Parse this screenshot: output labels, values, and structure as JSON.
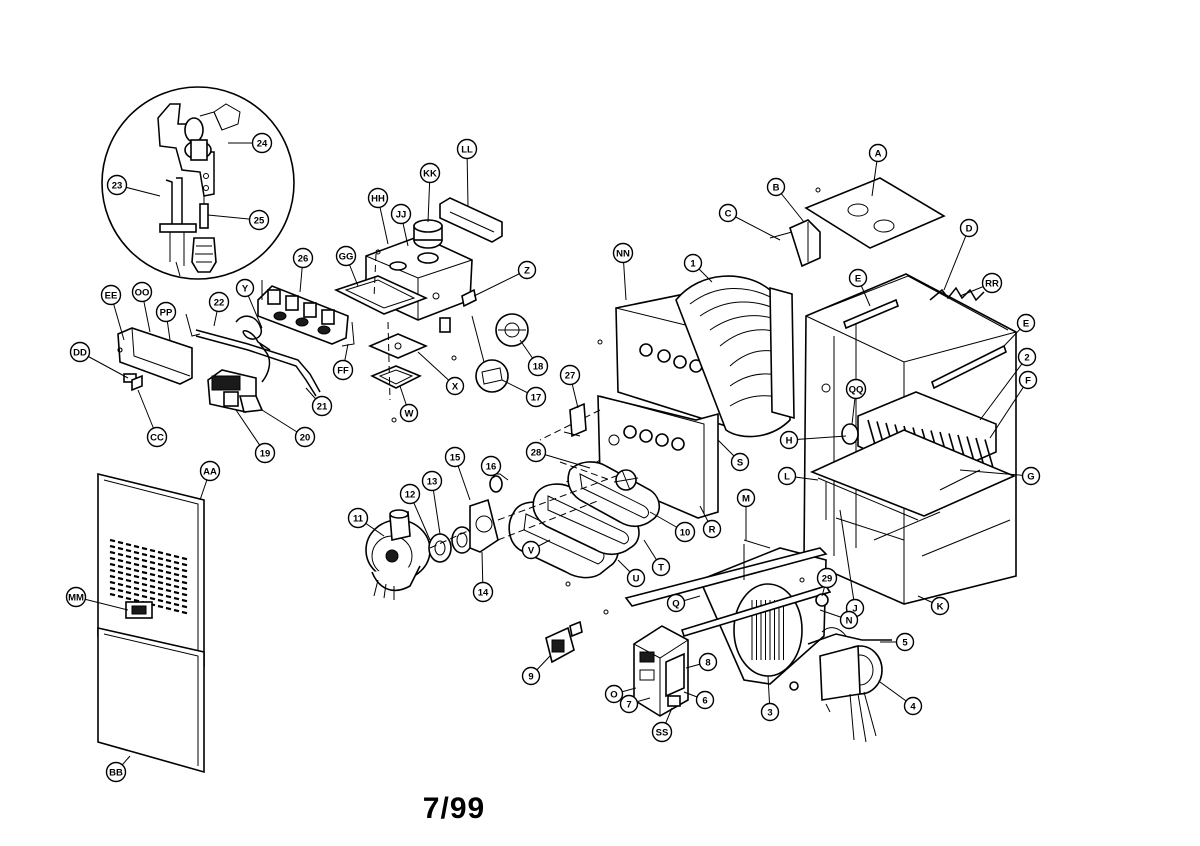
{
  "page_number": "7/99",
  "callouts": [
    {
      "id": "24",
      "label": "24"
    },
    {
      "id": "23",
      "label": "23"
    },
    {
      "id": "25",
      "label": "25"
    },
    {
      "id": "26",
      "label": "26"
    },
    {
      "id": "Y",
      "label": "Y"
    },
    {
      "id": "22",
      "label": "22"
    },
    {
      "id": "EE",
      "label": "EE"
    },
    {
      "id": "OO",
      "label": "OO"
    },
    {
      "id": "PP",
      "label": "PP"
    },
    {
      "id": "DD",
      "label": "DD"
    },
    {
      "id": "CC",
      "label": "CC"
    },
    {
      "id": "19",
      "label": "19"
    },
    {
      "id": "20",
      "label": "20"
    },
    {
      "id": "21",
      "label": "21"
    },
    {
      "id": "FF",
      "label": "FF"
    },
    {
      "id": "GG",
      "label": "GG"
    },
    {
      "id": "HH",
      "label": "HH"
    },
    {
      "id": "JJ",
      "label": "JJ"
    },
    {
      "id": "KK",
      "label": "KK"
    },
    {
      "id": "LL",
      "label": "LL"
    },
    {
      "id": "Z",
      "label": "Z"
    },
    {
      "id": "X",
      "label": "X"
    },
    {
      "id": "W",
      "label": "W"
    },
    {
      "id": "18",
      "label": "18"
    },
    {
      "id": "17",
      "label": "17"
    },
    {
      "id": "NN",
      "label": "NN"
    },
    {
      "id": "1",
      "label": "1"
    },
    {
      "id": "27",
      "label": "27"
    },
    {
      "id": "S",
      "label": "S"
    },
    {
      "id": "R",
      "label": "R"
    },
    {
      "id": "28",
      "label": "28"
    },
    {
      "id": "10",
      "label": "10"
    },
    {
      "id": "T",
      "label": "T"
    },
    {
      "id": "U",
      "label": "U"
    },
    {
      "id": "V",
      "label": "V"
    },
    {
      "id": "16",
      "label": "16"
    },
    {
      "id": "15",
      "label": "15"
    },
    {
      "id": "13",
      "label": "13"
    },
    {
      "id": "12",
      "label": "12"
    },
    {
      "id": "11",
      "label": "11"
    },
    {
      "id": "14",
      "label": "14"
    },
    {
      "id": "AA",
      "label": "AA"
    },
    {
      "id": "MM",
      "label": "MM"
    },
    {
      "id": "BB",
      "label": "BB"
    },
    {
      "id": "A",
      "label": "A"
    },
    {
      "id": "B",
      "label": "B"
    },
    {
      "id": "C",
      "label": "C"
    },
    {
      "id": "D",
      "label": "D"
    },
    {
      "id": "E1",
      "label": "E"
    },
    {
      "id": "RR",
      "label": "RR"
    },
    {
      "id": "E2",
      "label": "E"
    },
    {
      "id": "2",
      "label": "2"
    },
    {
      "id": "F",
      "label": "F"
    },
    {
      "id": "QQ",
      "label": "QQ"
    },
    {
      "id": "H",
      "label": "H"
    },
    {
      "id": "G",
      "label": "G"
    },
    {
      "id": "L",
      "label": "L"
    },
    {
      "id": "J",
      "label": "J"
    },
    {
      "id": "K",
      "label": "K"
    },
    {
      "id": "M",
      "label": "M"
    },
    {
      "id": "29",
      "label": "29"
    },
    {
      "id": "Q",
      "label": "Q"
    },
    {
      "id": "N",
      "label": "N"
    },
    {
      "id": "5",
      "label": "5"
    },
    {
      "id": "4",
      "label": "4"
    },
    {
      "id": "3",
      "label": "3"
    },
    {
      "id": "8a",
      "label": "8"
    },
    {
      "id": "6",
      "label": "6"
    },
    {
      "id": "O",
      "label": "O"
    },
    {
      "id": "7",
      "label": "7"
    },
    {
      "id": "SS",
      "label": "SS"
    },
    {
      "id": "9",
      "label": "9"
    }
  ]
}
